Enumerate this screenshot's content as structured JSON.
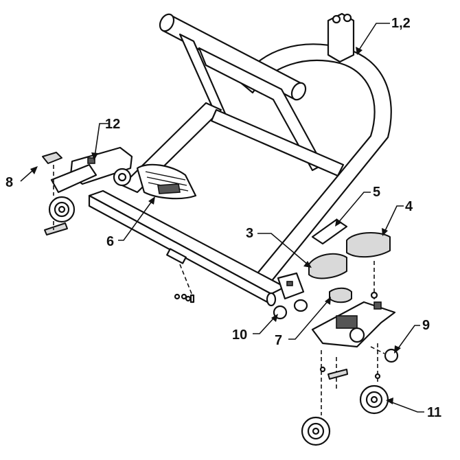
{
  "callouts": {
    "c1": "1,2",
    "c3": "3",
    "c4": "4",
    "c5": "5",
    "c6": "6",
    "c7": "7",
    "c8": "8",
    "c9": "9",
    "c10": "10",
    "c11": "11",
    "c12": "12"
  }
}
